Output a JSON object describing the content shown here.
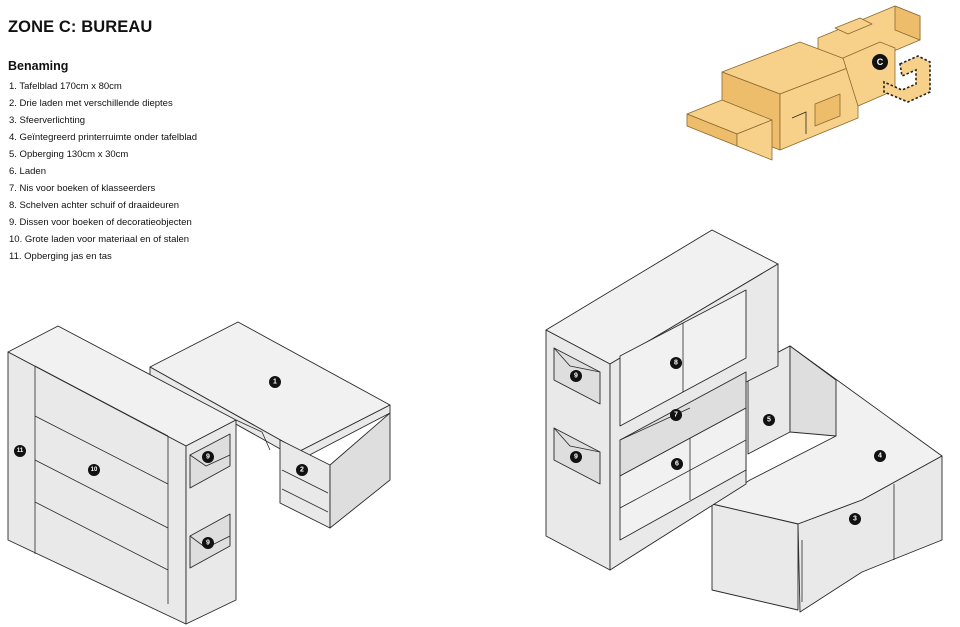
{
  "title": "ZONE C: BUREAU",
  "legend": {
    "heading": "Benaming",
    "items": [
      "1. Tafelblad 170cm x 80cm",
      "2. Drie laden met verschillende dieptes",
      "3. Sfeerverlichting",
      "4. Geïntegreerd printerruimte onder tafelblad",
      "5. Opberging 130cm x 30cm",
      "6. Laden",
      "7. Nis voor boeken of klasseerders",
      "8. Schelven achter schuif of draaideuren",
      "9. Dissen voor boeken of decoratieobjecten",
      "10. Grote laden voor materiaal en of stalen",
      "11. Opberging jas en tas"
    ]
  },
  "keyplan": {
    "zone_label": "C",
    "colors": {
      "fill": "#f7d08a",
      "outline": "#8a6a2f"
    }
  },
  "markers": {
    "left": {
      "m1": "1",
      "m2": "2",
      "m9a": "9",
      "m9b": "9",
      "m10": "10",
      "m11": "11"
    },
    "right": {
      "m3": "3",
      "m4": "4",
      "m5": "5",
      "m6": "6",
      "m7": "7",
      "m8": "8",
      "m9a": "9",
      "m9b": "9"
    }
  }
}
